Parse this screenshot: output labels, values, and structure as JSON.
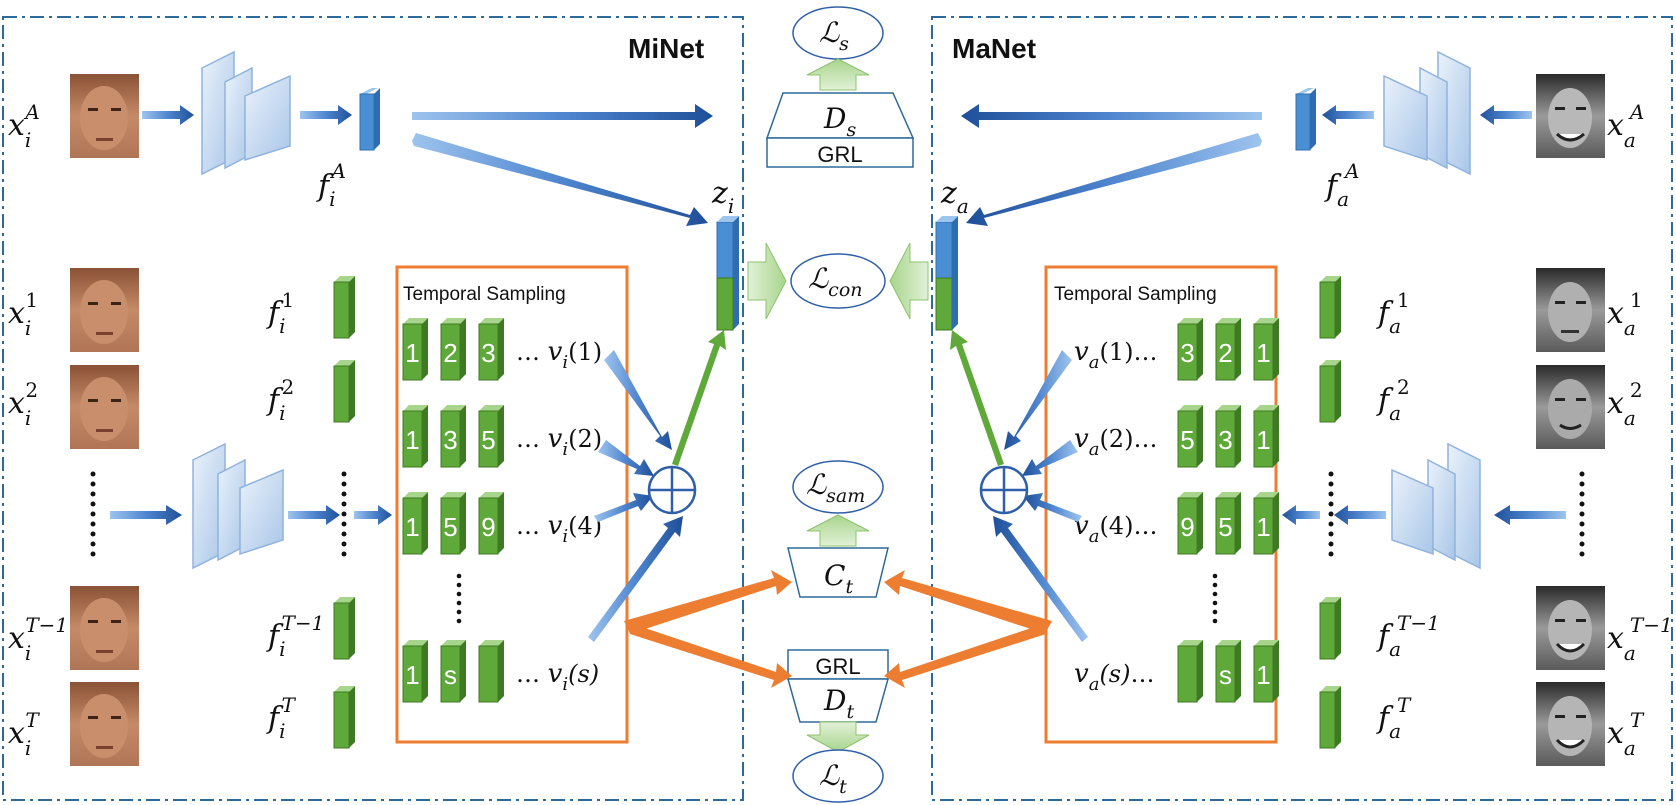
{
  "titles": {
    "left": "MiNet",
    "right": "MaNet"
  },
  "sampling": {
    "label_left": "Temporal Sampling",
    "label_right": "Temporal Sampling"
  },
  "left_rows": [
    {
      "cubes": [
        "1",
        "2",
        "3"
      ],
      "label": "v_i(1)"
    },
    {
      "cubes": [
        "1",
        "3",
        "5"
      ],
      "label": "v_i(2)"
    },
    {
      "cubes": [
        "1",
        "5",
        "9"
      ],
      "label": "v_i(4)"
    },
    {
      "cubes": [
        "1",
        "s",
        ""
      ],
      "label": "v_i(s)"
    }
  ],
  "right_rows": [
    {
      "cubes": [
        "3",
        "2",
        "1"
      ],
      "label": "v_a(1)"
    },
    {
      "cubes": [
        "5",
        "3",
        "1"
      ],
      "label": "v_a(2)"
    },
    {
      "cubes": [
        "9",
        "5",
        "1"
      ],
      "label": "v_a(4)"
    },
    {
      "cubes": [
        "",
        "s",
        "1"
      ],
      "label": "v_a(s)"
    }
  ],
  "center": {
    "loss_s_main": "ℒ",
    "loss_s_sub": "s",
    "d_s_main": "D",
    "d_s_sub": "s",
    "grl_top": "GRL",
    "loss_con_main": "ℒ",
    "loss_con_sub": "con",
    "loss_sam_main": "ℒ",
    "loss_sam_sub": "sam",
    "c_t_main": "C",
    "c_t_sub": "t",
    "grl_bottom": "GRL",
    "d_t_main": "D",
    "d_t_sub": "t",
    "loss_t_main": "ℒ",
    "loss_t_sub": "t"
  },
  "symbols": {
    "x": "x",
    "f": "f",
    "z": "z",
    "v": "v",
    "dots": "…",
    "sub_i": "i",
    "sub_a": "a",
    "sup_A": "A",
    "sup_1": "1",
    "sup_2": "2",
    "sup_Tm1": "T−1",
    "sup_T": "T",
    "arg_1": "(1)",
    "arg_2": "(2)",
    "arg_4": "(4)",
    "arg_s": "(s)"
  },
  "colors": {
    "frame": "#2e6a99",
    "blue_arrow": "#2f5fa8",
    "green": "#5fa83a",
    "orange": "#ed7d31",
    "feature_blue": "#4a8fd4"
  }
}
